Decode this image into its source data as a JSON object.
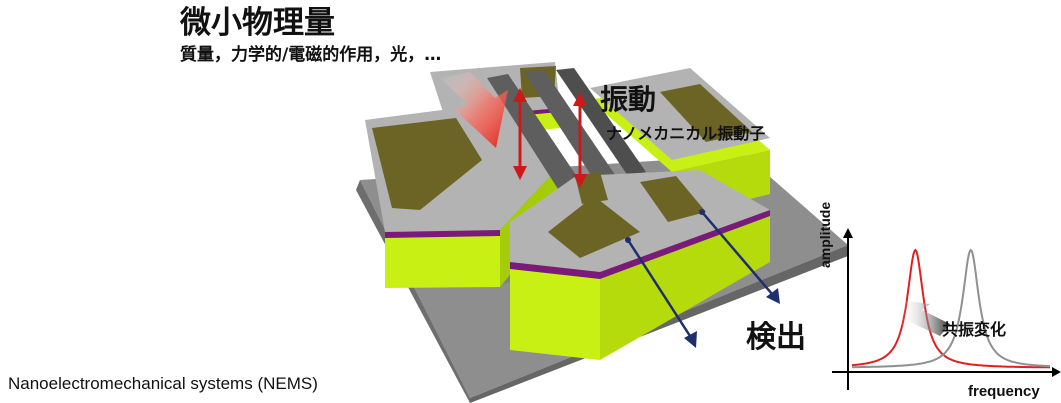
{
  "title": "微小物理量",
  "subtitle": "質量，力学的/電磁的作用，光，…",
  "vibration": {
    "label": "振動",
    "sublabel": "ナノメカニカル振動子"
  },
  "detection": {
    "label": "検出"
  },
  "resonance_shift": "共振変化",
  "caption": "Nanoelectromechanical systems (NEMS)",
  "colors": {
    "substrate": "#8e8e8e",
    "platform": "#b3b3b3",
    "green_layer": "#c8f014",
    "purple_layer": "#7a1a7a",
    "electrode": "#6b6424",
    "input_arrow": "#e0201a",
    "vibration_arrow": "#cc1a1a",
    "detection_arrow": "#1f2f6e",
    "curve_before": "#e02020",
    "curve_after": "#909090"
  },
  "chart_data": {
    "type": "line",
    "title": "",
    "xlabel": "frequency",
    "ylabel": "amplitude",
    "grid": false,
    "series": [
      {
        "color": "#e02020",
        "center": 0.32,
        "width": 0.05
      },
      {
        "color": "#909090",
        "center": 0.6,
        "width": 0.05
      }
    ],
    "annotation": "共振変化"
  }
}
